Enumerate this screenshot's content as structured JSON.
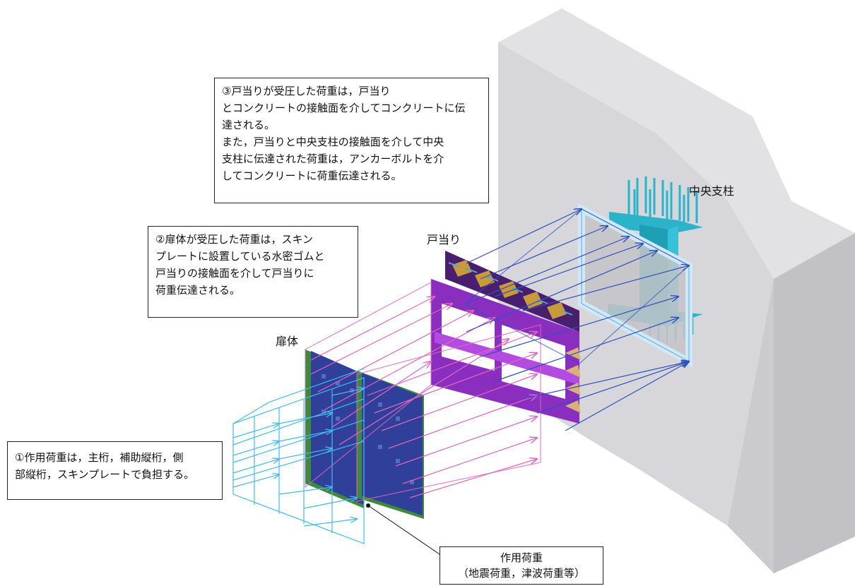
{
  "labels": {
    "door_body": "扉体",
    "door_stop": "戸当り",
    "center_column": "中央支柱"
  },
  "notes": {
    "note1": [
      "①作用荷重は，主桁，補助縦桁，側",
      "部縦桁，スキンプレートで負担する。"
    ],
    "note2": [
      "②扉体が受圧した荷重は，スキン",
      "プレートに設置している水密ゴムと",
      "戸当りの接触面を介して戸当りに",
      "荷重伝達される。"
    ],
    "note3": [
      "③戸当りが受圧した荷重は，戸当り",
      "とコンクリートの接触面を介してコンクリートに伝",
      "達される。",
      "また，戸当りと中央支柱の接触面を介して中央",
      "支柱に伝達された荷重は，アンカーボルトを介",
      "してコンクリートに荷重伝達される。"
    ]
  },
  "load_box": {
    "line1": "作用荷重",
    "line2": "（地震荷重，津波荷重等）"
  },
  "colors": {
    "concrete": "#d5d5d9",
    "door_blue": "#2f3f9a",
    "door_green": "#3d8a3a",
    "stop_purple": "#8a2ec0",
    "pink_arrow": "#e066c0",
    "blue_arrow": "#3050c0",
    "cyan_load": "#44bbee",
    "column_cyan": "#2bb3c9"
  }
}
